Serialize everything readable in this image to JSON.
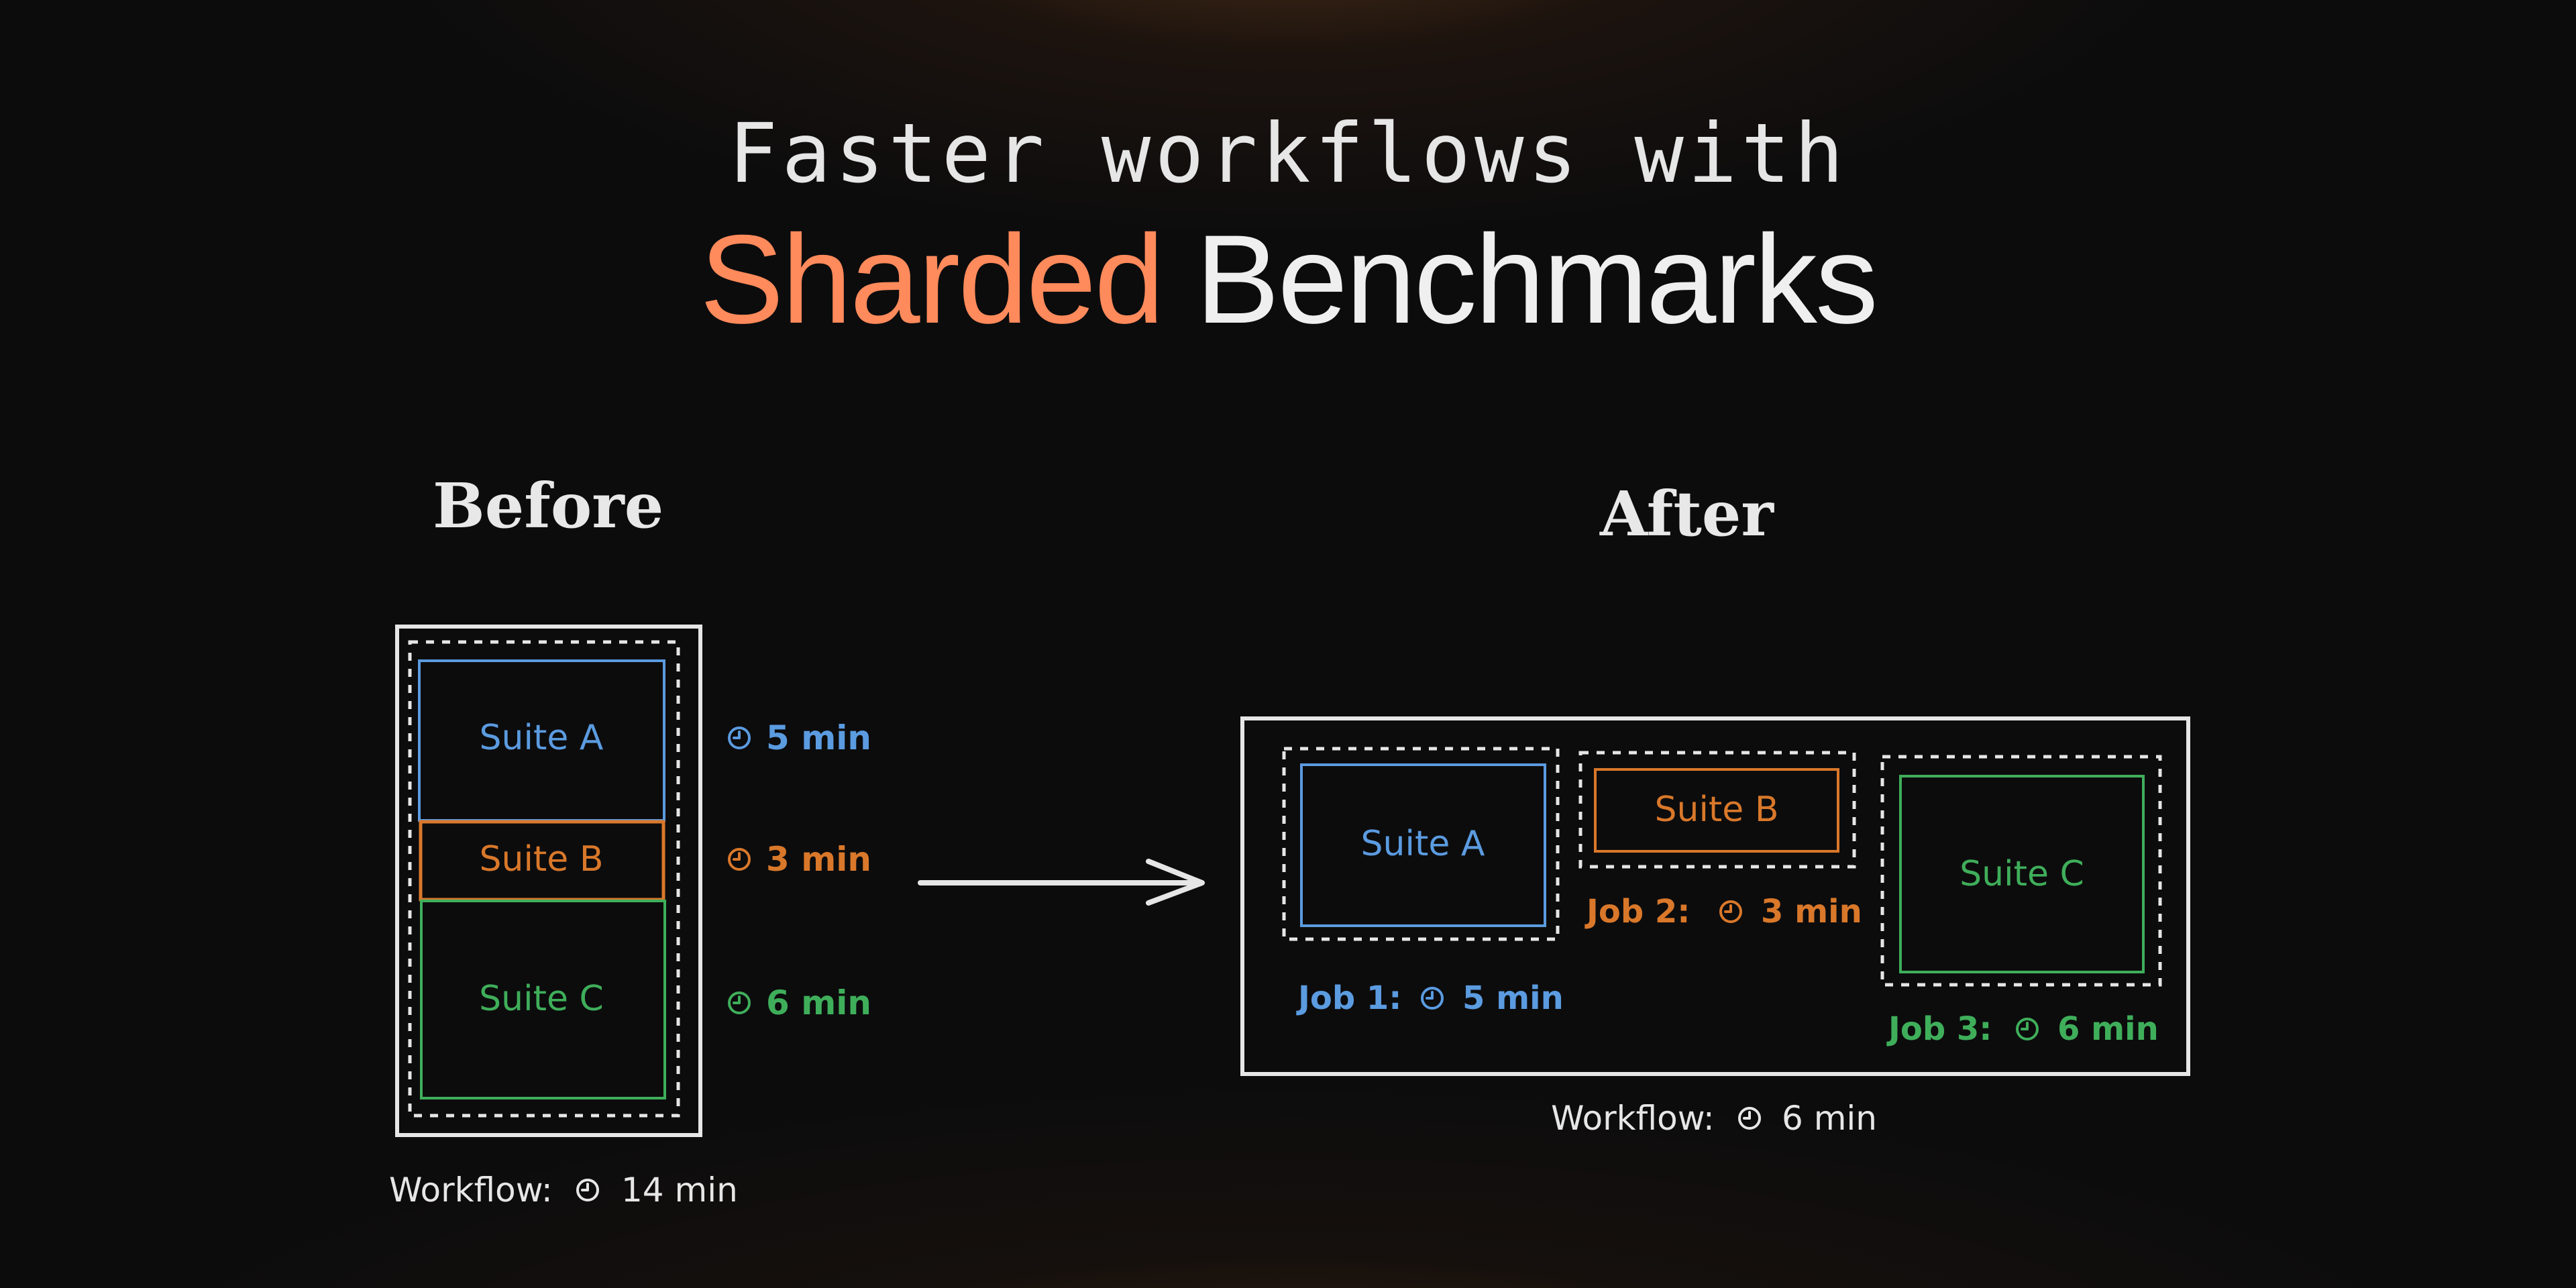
{
  "title": {
    "line1": "Faster workflows with",
    "accent_word": "Sharded",
    "rest": " Benchmarks"
  },
  "colors": {
    "accent": "#ff8a5b",
    "suite_a": "#5b9be0",
    "suite_b": "#d9782a",
    "suite_c": "#3fae5a",
    "stroke_white": "#e6e6e6"
  },
  "before": {
    "label": "Before",
    "suites": [
      {
        "name": "Suite A",
        "time": "5 min"
      },
      {
        "name": "Suite B",
        "time": "3 min"
      },
      {
        "name": "Suite C",
        "time": "6 min"
      }
    ],
    "workflow_prefix": "Workflow:",
    "workflow_time": "14 min"
  },
  "after": {
    "label": "After",
    "jobs": [
      {
        "suite": "Suite A",
        "job_prefix": "Job 1:",
        "time": "5 min"
      },
      {
        "suite": "Suite B",
        "job_prefix": "Job 2:",
        "time": "3 min"
      },
      {
        "suite": "Suite C",
        "job_prefix": "Job 3:",
        "time": "6 min"
      }
    ],
    "workflow_prefix": "Workflow:",
    "workflow_time": "6 min"
  },
  "icons": {
    "timer": "clock-icon",
    "arrow": "arrow-right-icon"
  }
}
